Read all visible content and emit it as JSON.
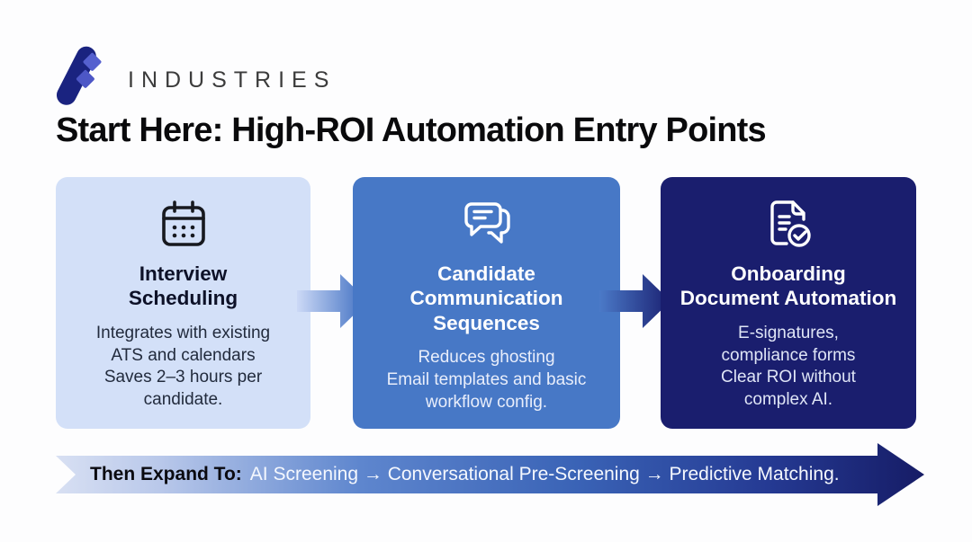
{
  "brand": {
    "name": "INDUSTRIES",
    "logo_icon": "geometric-mark-icon"
  },
  "page": {
    "title": "Start Here: High-ROI Automation Entry Points"
  },
  "cards": [
    {
      "icon": "calendar-icon",
      "title": "Interview\nScheduling",
      "body": "Integrates with existing\nATS and calendars\nSaves 2–3 hours per\ncandidate.",
      "bg": "#d3e0f8"
    },
    {
      "icon": "chat-bubbles-icon",
      "title": "Candidate\nCommunication\nSequences",
      "body": "Reduces ghosting\nEmail templates and basic\nworkflow config.",
      "bg": "#4778c6"
    },
    {
      "icon": "document-check-icon",
      "title": "Onboarding\nDocument Automation",
      "body": "E-signatures,\ncompliance forms\nClear ROI without\ncomplex AI.",
      "bg": "#1a1e6e"
    }
  ],
  "banner": {
    "label": "Then Expand To:",
    "sequence": "AI Screening → Conversational Pre-Screening → Predictive Matching."
  },
  "colors": {
    "card_light": "#d3e0f8",
    "card_mid": "#4778c6",
    "card_dark": "#1a1e6e",
    "logo_navy": "#1a2380",
    "logo_indigo": "#5560cf",
    "banner_start": "#d8e0f3",
    "banner_end": "#161c66"
  }
}
